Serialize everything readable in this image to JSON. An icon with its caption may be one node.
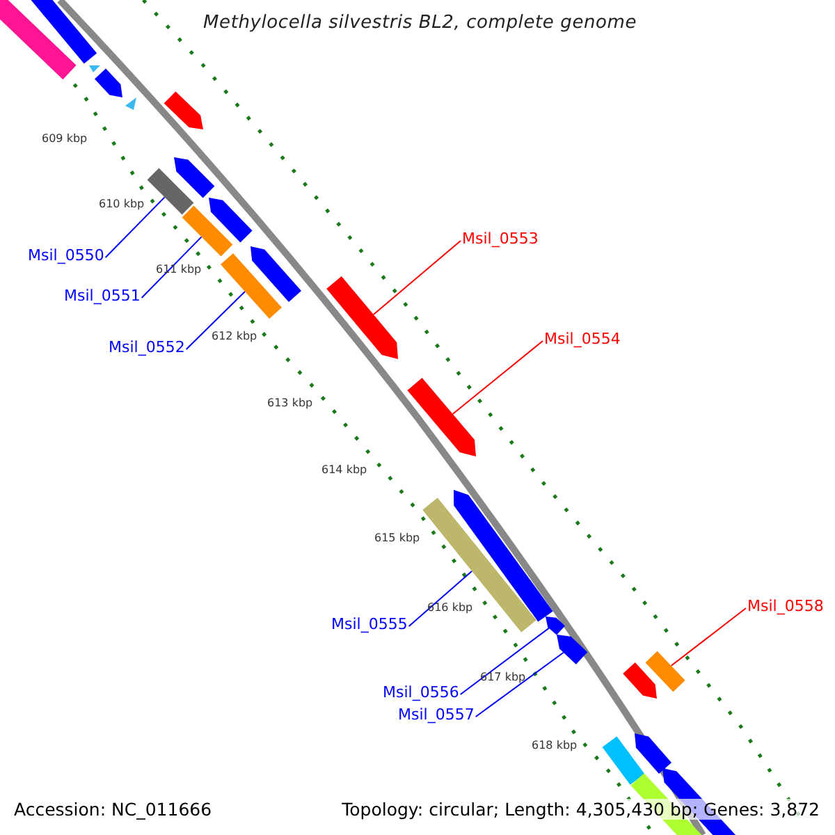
{
  "diagram": {
    "title": "Methylocella silvestris BL2, complete genome",
    "nodes": [
      {
        "text": [
          "Msil_0550"
        ]
      },
      {
        "text": [
          "Msil_0551"
        ]
      },
      {
        "text": [
          "Msil_0552"
        ]
      },
      {
        "text": [
          "Msil_0553"
        ]
      },
      {
        "text": [
          "Msil_0554"
        ]
      },
      {
        "text": [
          "Msil_0555"
        ]
      },
      {
        "text": [
          "Msil_0556"
        ]
      },
      {
        "text": [
          "Msil_0557"
        ]
      },
      {
        "text": [
          "Msil_0558"
        ]
      },
      {
        "text": [],
        "shape": "bar"
      },
      {
        "text": [],
        "shape": "bar"
      },
      {
        "text": [],
        "shape": "bar"
      },
      {
        "text": [],
        "shape": "bar"
      },
      {
        "text": [],
        "shape": "bar"
      },
      {
        "text": [],
        "shape": "bar"
      },
      {
        "text": [],
        "shape": "bar"
      },
      {
        "text": [],
        "shape": "bar"
      },
      {
        "text": [],
        "shape": "bar"
      },
      {
        "text": [],
        "shape": "bar"
      },
      {
        "text": [],
        "shape": "bar"
      },
      {
        "text": [],
        "shape": "bar"
      },
      {
        "text": [],
        "shape": "bar"
      },
      {
        "text": [],
        "shape": "bar"
      },
      {
        "text": [],
        "shape": "bar"
      },
      {
        "text": [],
        "shape": "bar"
      },
      {
        "text": [],
        "shape": "bar"
      },
      {
        "text": [],
        "shape": "bar"
      },
      {
        "text": [],
        "shape": "bar"
      },
      {
        "text": [],
        "shape": "bar"
      },
      {
        "text": [],
        "shape": "bar"
      },
      {
        "text": [],
        "shape": "bar"
      },
      {
        "text": [],
        "shape": "bar"
      },
      {
        "text": [],
        "shape": "bar"
      }
    ],
    "edges": [
      {
        "from": 0,
        "to": 9,
        "arrow": "none"
      },
      {
        "from": 1,
        "to": 10,
        "arrow": "none"
      },
      {
        "from": 2,
        "to": 11,
        "arrow": "none"
      },
      {
        "from": 3,
        "to": 12,
        "arrow": "none",
        "color": "#ff0000"
      },
      {
        "from": 4,
        "to": 13,
        "arrow": "none",
        "color": "#ff0000"
      },
      {
        "from": 5,
        "to": 14,
        "arrow": "none"
      },
      {
        "from": 6,
        "to": 15,
        "arrow": "none"
      },
      {
        "from": 7,
        "to": 16,
        "arrow": "none"
      },
      {
        "from": 8,
        "to": 17,
        "arrow": "none",
        "color": "#ff0000"
      }
    ],
    "labels": [
      "609 kbp",
      "610 kbp",
      "611 kbp",
      "612 kbp",
      "613 kbp",
      "614 kbp",
      "615 kbp",
      "616 kbp",
      "617 kbp",
      "618 kbp",
      "Accession: NC_011666",
      "Topology: circular; Length: 4,305,430 bp; Genes: 3,872"
    ]
  }
}
